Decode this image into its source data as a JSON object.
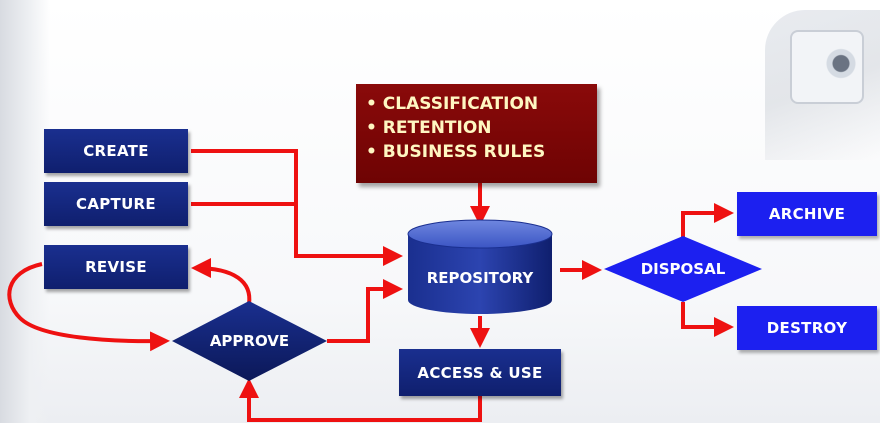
{
  "title_fragment": "",
  "rules_box": {
    "items": [
      "CLASSIFICATION",
      "RETENTION",
      "BUSINESS RULES"
    ]
  },
  "nodes": {
    "create": "CREATE",
    "capture": "CAPTURE",
    "revise": "REVISE",
    "approve": "APPROVE",
    "repository": "REPOSITORY",
    "access_use": "ACCESS & USE",
    "disposal": "DISPOSAL",
    "archive": "ARCHIVE",
    "destroy": "DESTROY"
  },
  "colors": {
    "arrow": "#ee1111",
    "navy_box": "#0f1f6e",
    "bright_box": "#1c20f0",
    "rules_box": "#7a0606",
    "rules_text": "#fff7c2"
  }
}
